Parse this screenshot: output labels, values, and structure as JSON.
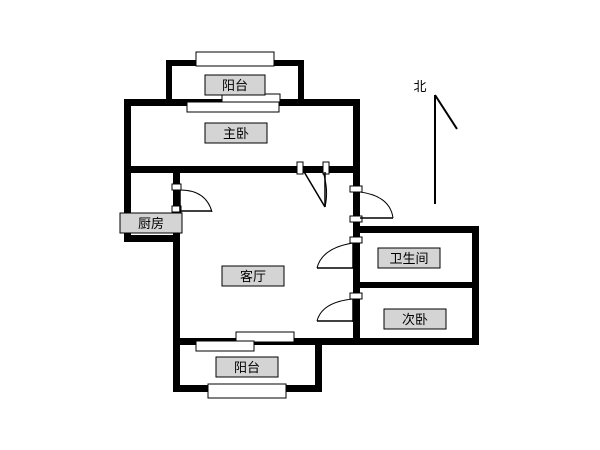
{
  "rooms": {
    "balcony_north": "阳台",
    "master_bedroom": "主卧",
    "kitchen": "厨房",
    "living_room": "客厅",
    "bathroom": "卫生间",
    "second_bedroom": "次卧",
    "balcony_south": "阳台"
  },
  "compass": {
    "label": "北"
  }
}
